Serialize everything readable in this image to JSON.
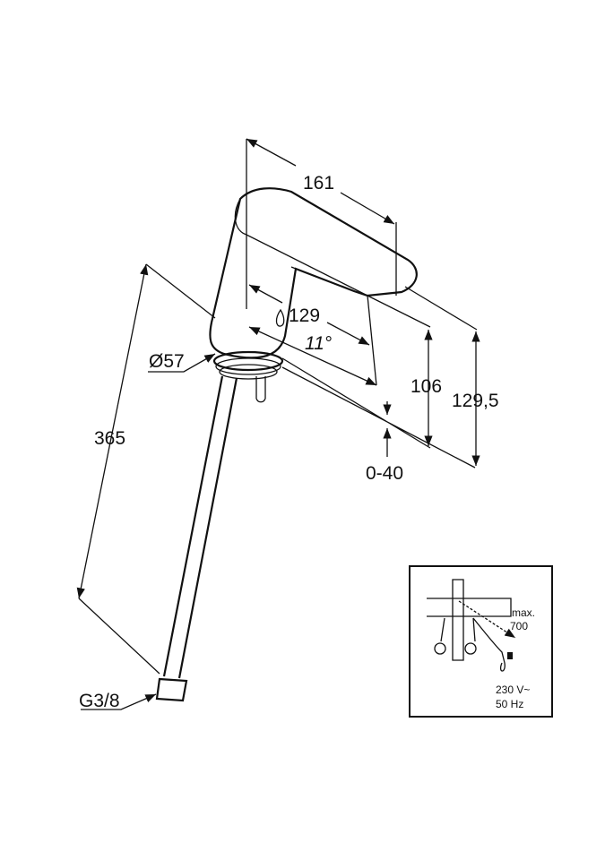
{
  "drawing": {
    "dimensions": {
      "length": "161",
      "reach": "129",
      "angle": "11°",
      "spout_height": "106",
      "total_height": "129,5",
      "adjust_range": "0-40",
      "base_diameter": "Ø57",
      "hose_length": "365",
      "connection": "G3/8"
    },
    "inset": {
      "max_label": "max.",
      "max_value": "700",
      "voltage": "230 V~",
      "frequency": "50 Hz"
    }
  }
}
